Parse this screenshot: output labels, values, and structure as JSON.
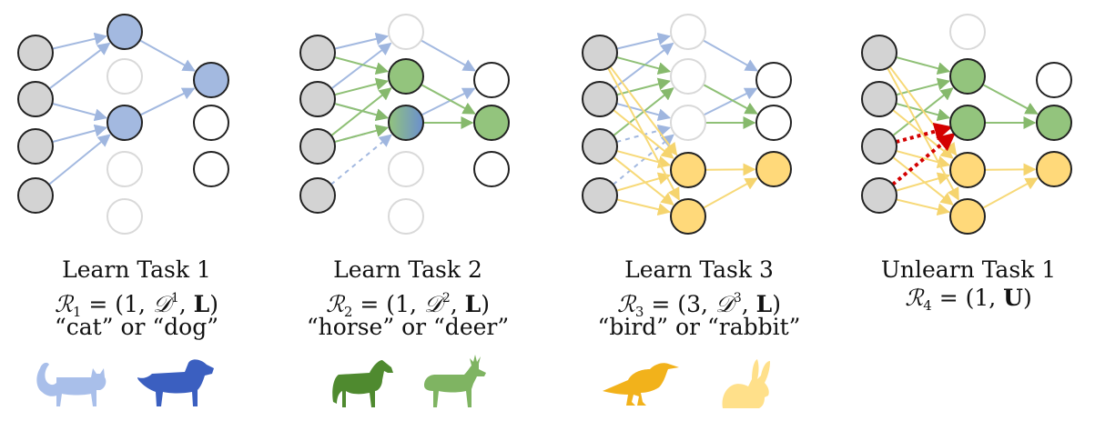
{
  "panels": [
    {
      "title": "Learn Task 1",
      "formula": {
        "index": "1",
        "task": "1",
        "dataset_sup": "1",
        "op": "L"
      },
      "classes": "“cat” or “dog”",
      "animals": [
        "cat-icon",
        "dog-icon"
      ]
    },
    {
      "title": "Learn Task 2",
      "formula": {
        "index": "2",
        "task": "1",
        "dataset_sup": "2",
        "op": "L"
      },
      "classes": "“horse” or “deer”",
      "animals": [
        "horse-icon",
        "deer-icon"
      ]
    },
    {
      "title": "Learn Task 3",
      "formula": {
        "index": "3",
        "task": "3",
        "dataset_sup": "3",
        "op": "L"
      },
      "classes": "“bird” or “rabbit”",
      "animals": [
        "bird-icon",
        "rabbit-icon"
      ]
    },
    {
      "title": "Unlearn Task 1",
      "formula": {
        "index": "4",
        "task": "1",
        "op": "U"
      },
      "classes": "",
      "animals": []
    }
  ],
  "colors": {
    "input": "#d3d3d3",
    "task1": "#a3b9e0",
    "task2": "#93c47d",
    "task3": "#ffd97a",
    "inactive": "#d9d9d9",
    "removal": "#d40000",
    "cat": "#a9bfea",
    "dog": "#3b5fc0",
    "horse": "#4f8a2f",
    "deer": "#7fb462",
    "bird": "#f2b21b",
    "rabbit": "#ffe08a"
  }
}
